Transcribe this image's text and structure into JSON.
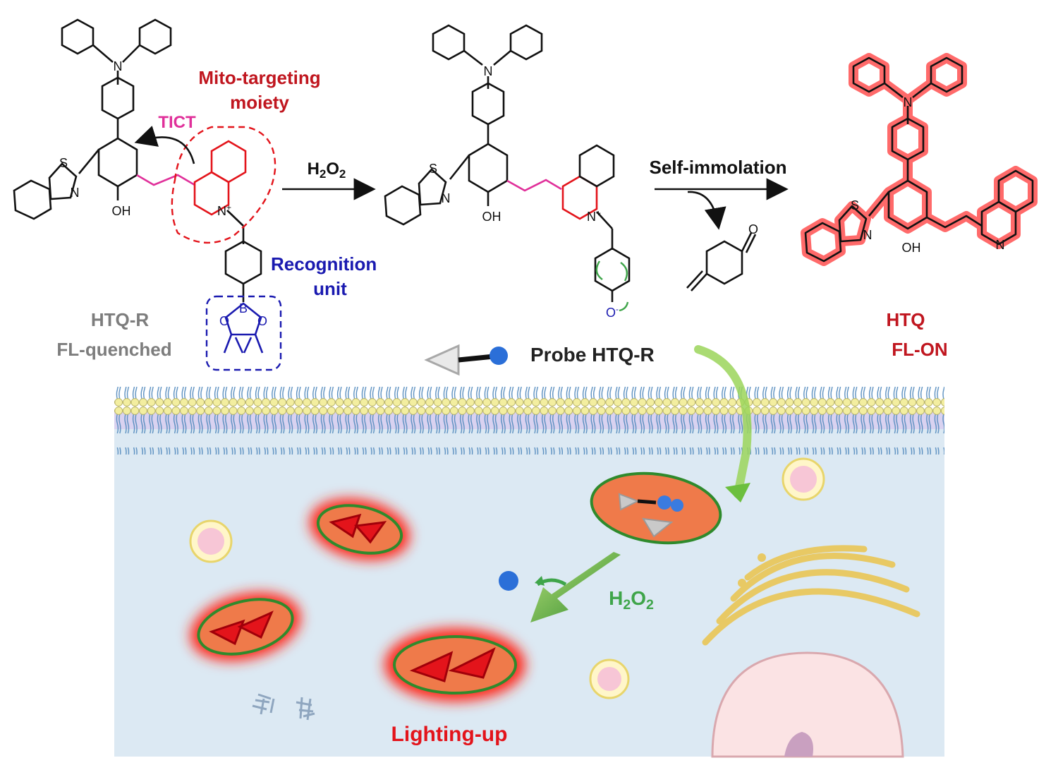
{
  "colors": {
    "red": "#c0161f",
    "blue": "#1a1ab0",
    "magenta": "#e0309a",
    "gray": "#7d7d7d",
    "green": "#3fa54a",
    "cell": "#dce9f3",
    "mito_fill": "#ef7a4a",
    "mito_glow": "#ff2a1a",
    "membrane_head": "#f3eea0"
  },
  "labels": {
    "mito_targeting_1": "Mito-targeting",
    "mito_targeting_2": "moiety",
    "tict": "TICT",
    "recognition_1": "Recognition",
    "recognition_2": "unit",
    "htqr_name": "HTQ-R",
    "htqr_state": "FL-quenched",
    "h2o2_top": {
      "main": "H",
      "sub": "2",
      "main2": "O",
      "sub2": "2"
    },
    "self_immolation": "Self-immolation",
    "htq_name": "HTQ",
    "htq_state": "FL-ON",
    "probe": "Probe HTQ-R",
    "h2o2_cell": {
      "main": "H",
      "sub": "2",
      "main2": "O",
      "sub2": "2"
    },
    "lighting_up": "Lighting-up"
  },
  "atoms": {
    "n_amine": "N",
    "s": "S",
    "n_thiazole": "N",
    "oh": "OH",
    "n_plus": "N",
    "plus": "+",
    "b": "B",
    "o": "O",
    "o_minus": "O",
    "minus": "-",
    "o_quinone": "O"
  }
}
